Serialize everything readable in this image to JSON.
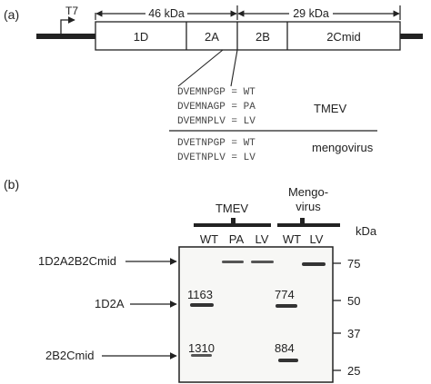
{
  "panel_a": {
    "label": "(a)",
    "promoter": "T7",
    "size_left": "46 kDa",
    "size_right": "29 kDa",
    "segments": [
      "1D",
      "2A",
      "2B",
      "2Cmid"
    ],
    "tmev_sequences": [
      "DVEMNPGP = WT",
      "DVEMNAGP = PA",
      "DVEMNPLV = LV"
    ],
    "tmev_label": "TMEV",
    "mengo_sequences": [
      "DVETNPGP = WT",
      "DVETNPLV = LV"
    ],
    "mengo_label": "mengovirus"
  },
  "panel_b": {
    "label": "(b)",
    "tmev_header": "TMEV",
    "mengo_header_line1": "Mengo-",
    "mengo_header_line2": "virus",
    "lanes": [
      "WT",
      "PA",
      "LV",
      "WT",
      "LV"
    ],
    "kda_label": "kDa",
    "markers": [
      "75",
      "50",
      "37",
      "25"
    ],
    "bands": [
      "1D2A2B2Cmid",
      "1D2A",
      "2B2Cmid"
    ],
    "counts": [
      "1163",
      "774",
      "1310",
      "884"
    ]
  }
}
